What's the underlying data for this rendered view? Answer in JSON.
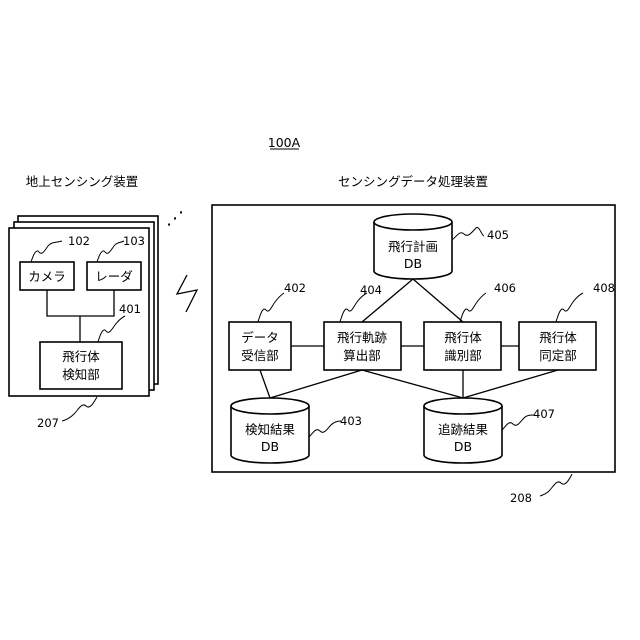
{
  "figure_label": "100A",
  "ground_device": {
    "title": "地上センシング装置",
    "camera": "カメラ",
    "radar": "レーダ",
    "detector": [
      "飛行体",
      "検知部"
    ],
    "ref_camera": "102",
    "ref_radar": "103",
    "ref_detector": "401",
    "ref_device": "207",
    "stack_ellipsis": "⋰"
  },
  "processing_device": {
    "title": "センシングデータ処理装置",
    "flight_plan_db": [
      "飛行計画",
      "DB"
    ],
    "receiver": [
      "データ",
      "受信部"
    ],
    "trajectory": [
      "飛行軌跡",
      "算出部"
    ],
    "identifier": [
      "飛行体",
      "識別部"
    ],
    "fixer": [
      "飛行体",
      "同定部"
    ],
    "detection_db": [
      "検知結果",
      "DB"
    ],
    "tracking_db": [
      "追跡結果",
      "DB"
    ],
    "ref_flight_plan_db": "405",
    "ref_receiver": "402",
    "ref_trajectory": "404",
    "ref_identifier": "406",
    "ref_fixer": "408",
    "ref_detection_db": "403",
    "ref_tracking_db": "407",
    "ref_device": "208"
  }
}
